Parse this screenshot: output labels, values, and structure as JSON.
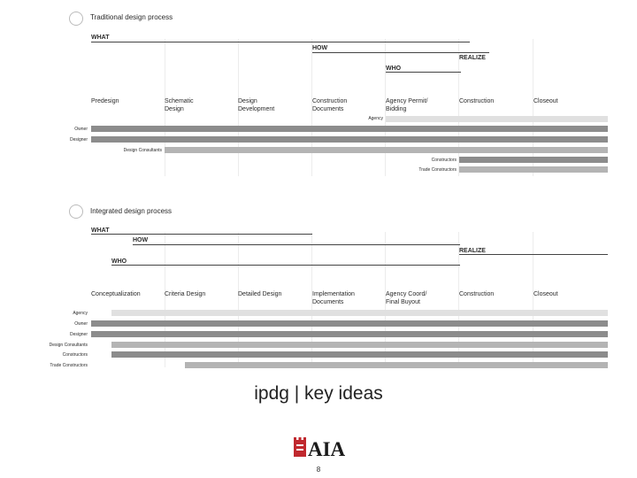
{
  "traditional": {
    "title": "Traditional design process",
    "stages": {
      "what": "WHAT",
      "how": "HOW",
      "realize": "REALIZE",
      "who": "WHO"
    },
    "phases": [
      "Predesign",
      "Schematic\nDesign",
      "Design\nDevelopment",
      "Construction\nDocuments",
      "Agency Permit/\nBidding",
      "Construction",
      "Closeout"
    ],
    "roles": [
      "Agency",
      "Owner",
      "Designer",
      "Design Consultants",
      "Constructors",
      "Trade Constructors"
    ]
  },
  "integrated": {
    "title": "Integrated design process",
    "stages": {
      "what": "WHAT",
      "how": "HOW",
      "realize": "REALIZE",
      "who": "WHO"
    },
    "phases": [
      "Conceptualization",
      "Criteria Design",
      "Detailed Design",
      "Implementation\nDocuments",
      "Agency Coord/\nFinal Buyout",
      "Construction",
      "Closeout"
    ],
    "roles": [
      "Agency",
      "Owner",
      "Designer",
      "Design Consultants",
      "Constructors",
      "Trade Constructors"
    ]
  },
  "colors": {
    "dark_bar": "#8c8c8c",
    "mid_bar": "#b4b4b4",
    "light_bar": "#e0e0e0",
    "grid": "#ececec",
    "logo_red": "#c0282e"
  },
  "footer": {
    "title": "ipdg | key ideas",
    "logo_text": "AIA",
    "page_number": "8"
  }
}
